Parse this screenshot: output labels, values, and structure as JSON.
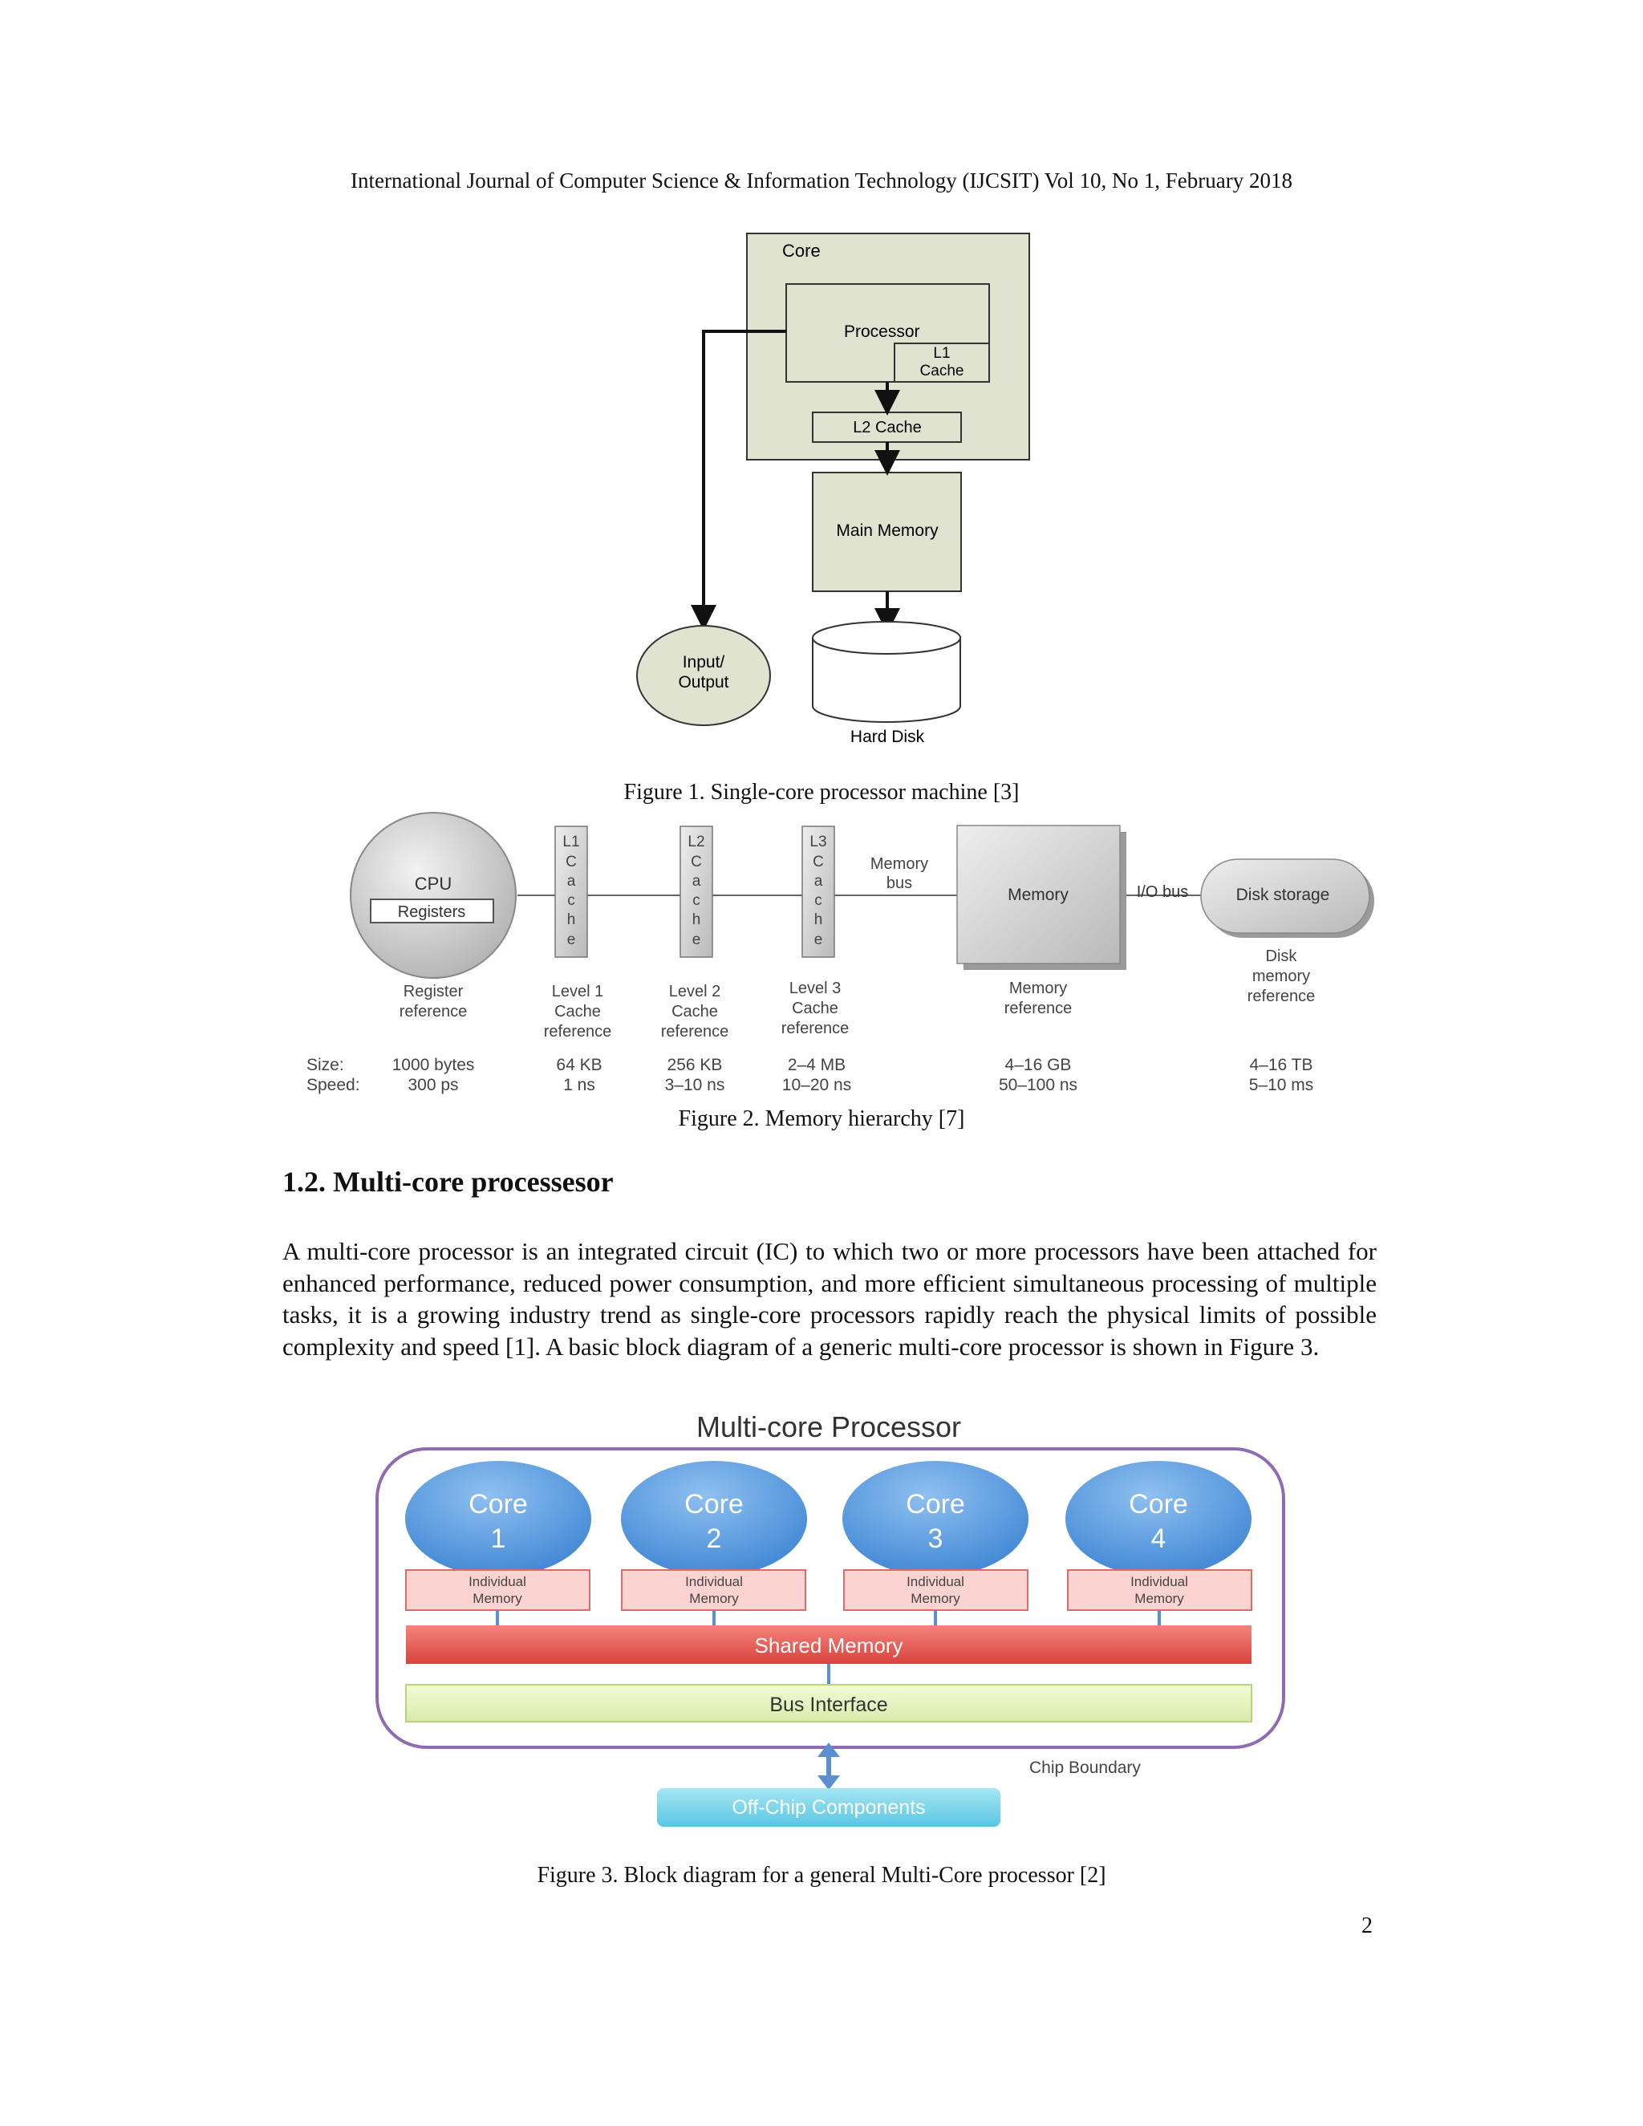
{
  "header": "International Journal of Computer Science & Information Technology (IJCSIT) Vol 10, No 1, February 2018",
  "figure1": {
    "caption": "Figure 1. Single-core processor machine [3]",
    "core": "Core",
    "processor": "Processor",
    "l1_line1": "L1",
    "l1_line2": "Cache",
    "l2": "L2 Cache",
    "main_memory": "Main Memory",
    "io_line1": "Input/",
    "io_line2": "Output",
    "hard_disk": "Hard Disk"
  },
  "figure2": {
    "caption": "Figure 2. Memory hierarchy [7]",
    "cpu": "CPU",
    "registers": "Registers",
    "cache_letters": [
      "C",
      "a",
      "c",
      "h",
      "e"
    ],
    "l1": "L1",
    "l2": "L2",
    "l3": "L3",
    "memory_bus_line1": "Memory",
    "memory_bus_line2": "bus",
    "memory": "Memory",
    "io_bus": "I/O bus",
    "disk_storage": "Disk storage",
    "ref_register": [
      "Register",
      "reference"
    ],
    "ref_l1": [
      "Level 1",
      "Cache",
      "reference"
    ],
    "ref_l2": [
      "Level 2",
      "Cache",
      "reference"
    ],
    "ref_l3": [
      "Level 3",
      "Cache",
      "reference"
    ],
    "ref_memory": [
      "Memory",
      "reference"
    ],
    "ref_disk": [
      "Disk",
      "memory",
      "reference"
    ],
    "size_label": "Size:",
    "speed_label": "Speed:",
    "sizes": [
      "1000 bytes",
      "64 KB",
      "256 KB",
      "2–4 MB",
      "4–16 GB",
      "4–16 TB"
    ],
    "speeds": [
      "300 ps",
      "1 ns",
      "3–10 ns",
      "10–20 ns",
      "50–100 ns",
      "5–10 ms"
    ]
  },
  "section": {
    "heading": "1.2. Multi-core processesor",
    "paragraph": "A multi-core processor is an integrated circuit (IC) to which two or more processors have been attached for enhanced performance, reduced power consumption, and more efficient simultaneous processing of multiple tasks, it is a growing industry trend as single-core processors rapidly reach the physical limits of possible complexity and speed [1]. A basic block diagram of a generic multi-core processor is shown in Figure 3."
  },
  "figure3": {
    "caption": "Figure 3. Block diagram for a general Multi-Core processor [2]",
    "title": "Multi-core Processor",
    "core_word": "Core",
    "core_numbers": [
      "1",
      "2",
      "3",
      "4"
    ],
    "indiv_line1": "Individual",
    "indiv_line2": "Memory",
    "shared_memory": "Shared Memory",
    "bus_interface": "Bus Interface",
    "chip_boundary": "Chip Boundary",
    "off_chip": "Off-Chip Components"
  },
  "page_number": "2"
}
